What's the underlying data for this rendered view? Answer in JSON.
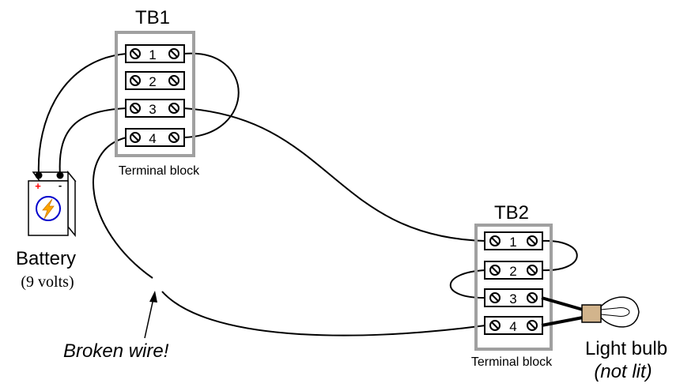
{
  "tb1": {
    "title": "TB1",
    "caption": "Terminal block",
    "terminals": [
      "1",
      "2",
      "3",
      "4"
    ]
  },
  "tb2": {
    "title": "TB2",
    "caption": "Terminal block",
    "terminals": [
      "1",
      "2",
      "3",
      "4"
    ]
  },
  "battery": {
    "label": "Battery",
    "rating": "(9 volts)",
    "plus": "+",
    "minus": "-"
  },
  "bulb": {
    "label": "Light bulb",
    "status": "(not lit)"
  },
  "fault": {
    "label": "Broken wire!"
  },
  "colors": {
    "block_border": "#a0a0a0",
    "wire": "#000000",
    "battery_plus": "#ff0000",
    "bolt": "#ffa500",
    "bolt_circle": "#0000cc",
    "bulb_base": "#d2b48c"
  }
}
